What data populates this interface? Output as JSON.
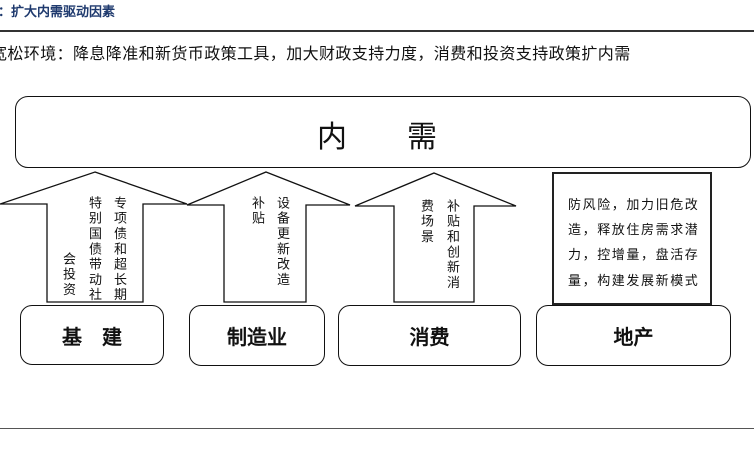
{
  "title": "：扩大内需驱动因素",
  "subtitle": "宽松环境：降息降准和新货币政策工具，加大财政支持力度，消费和投资支持政策扩内需",
  "top_box": "内　　需",
  "arrows": [
    {
      "columns": [
        "专项债和超长期",
        "特别国债带动社",
        "会投资"
      ]
    },
    {
      "columns": [
        "设备更新改造",
        "补贴"
      ]
    },
    {
      "columns": [
        "补贴和创新消",
        "费场景"
      ]
    }
  ],
  "property_note": [
    "防风险，加力旧危改",
    "造，释放住房需求潜",
    "力，控增量，盘活存",
    "量，构建发展新模式"
  ],
  "sectors": [
    "基　建",
    "制造业",
    "消费",
    "地产"
  ]
}
